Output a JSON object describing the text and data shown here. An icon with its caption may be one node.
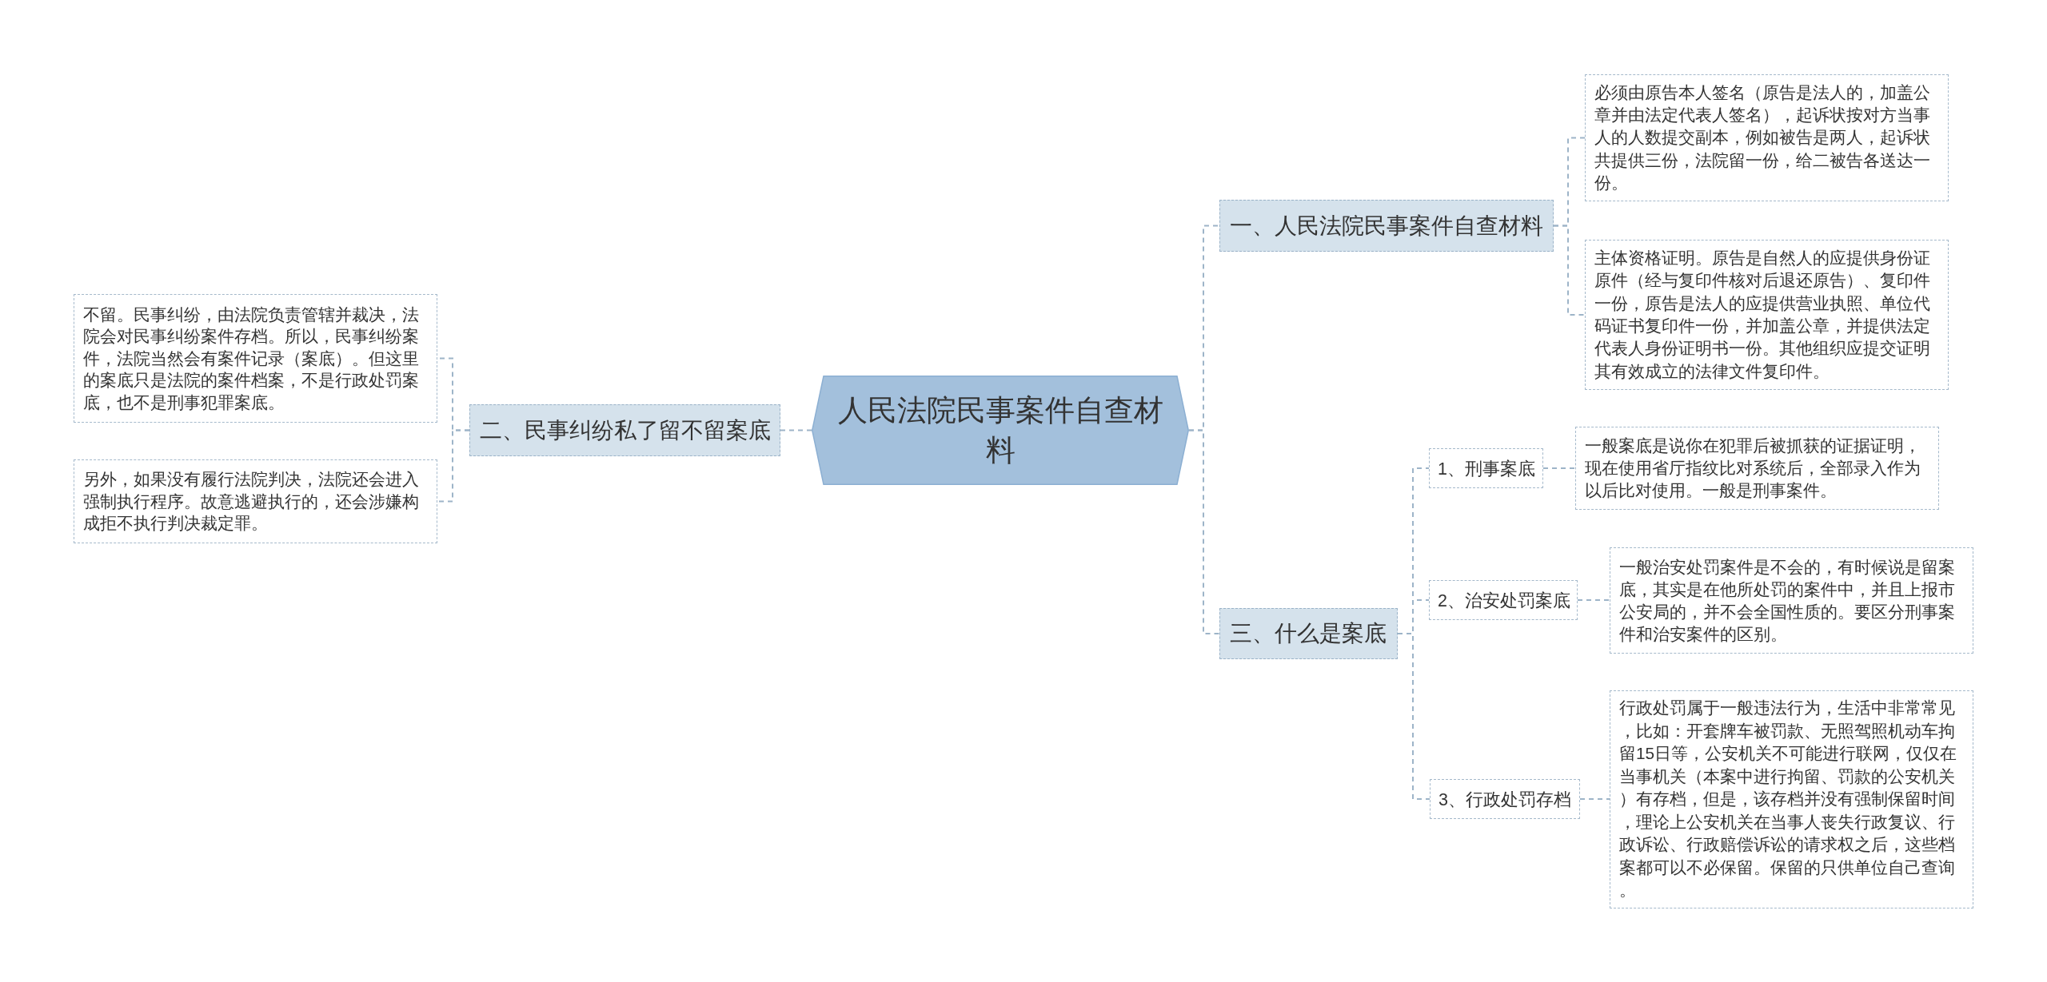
{
  "diagram": {
    "nodes": [
      {
        "text": [
          "人民法院民事案件自查材料"
        ]
      },
      {
        "text": [
          "一、人民法院民事案件自查材料"
        ]
      },
      {
        "text": [
          "必须由原告本人签名（原告是法人的，加盖公章并由法定代表人签名），起诉状按对方当事人的人数提交副本，例如被告是两人，起诉状共提供三份，法院留一份，给二被告各送达一份。"
        ]
      },
      {
        "text": [
          "主体资格证明。原告是自然人的应提供身份证原件（经与复印件核对后退还原告）、复印件一份，原告是法人的应提供营业执照、单位代码证书复印件一份，并加盖公章，并提供法定代表人身份证明书一份。其他组织应提交证明其有效成立的法律文件复印件。"
        ]
      },
      {
        "text": [
          "二、民事纠纷私了留不留案底"
        ]
      },
      {
        "text": [
          "不留。民事纠纷，由法院负责管辖并裁决，法院会对民事纠纷案件存档。所以，民事纠纷案件，法院当然会有案件记录（案底）。但这里的案底只是法院的案件档案，不是行政处罚案底，也不是刑事犯罪案底。"
        ]
      },
      {
        "text": [
          "另外，如果没有履行法院判决，法院还会进入强制执行程序。故意逃避执行的，还会涉嫌构成拒不执行判决裁定罪。"
        ]
      },
      {
        "text": [
          "三、什么是案底"
        ]
      },
      {
        "text": [
          "1、刑事案底"
        ]
      },
      {
        "text": [
          "一般案底是说你在犯罪后被抓获的证据证明，现在使用省厅指纹比对系统后，全部录入作为以后比对使用。一般是刑事案件。"
        ]
      },
      {
        "text": [
          "2、治安处罚案底"
        ]
      },
      {
        "text": [
          "一般治安处罚案件是不会的，有时候说是留案底，其实是在他所处罚的案件中，并且上报市公安局的，并不会全国性质的。要区分刑事案件和治安案件的区别。"
        ]
      },
      {
        "text": [
          "3、行政处罚存档"
        ]
      },
      {
        "text": [
          "行政处罚属于一般违法行为，生活中非常常见，比如：开套牌车被罚款、无照驾照机动车拘留15日等，公安机关不可能进行联网，仅仅在当事机关（本案中进行拘留、罚款的公安机关）有存档，但是，该存档并没有强制保留时间，理论上公安机关在当事人丧失行政复议、行政诉讼、行政赔偿诉讼的请求权之后，这些档案都可以不必保留。保留的只供单位自己查询。"
        ]
      }
    ],
    "edges": [
      {
        "from": 0,
        "to": 1,
        "arrow": "none"
      },
      {
        "from": 1,
        "to": 2,
        "arrow": "none"
      },
      {
        "from": 1,
        "to": 3,
        "arrow": "none"
      },
      {
        "from": 0,
        "to": 4,
        "arrow": "none"
      },
      {
        "from": 4,
        "to": 5,
        "arrow": "none"
      },
      {
        "from": 4,
        "to": 6,
        "arrow": "none"
      },
      {
        "from": 0,
        "to": 7,
        "arrow": "none"
      },
      {
        "from": 7,
        "to": 8,
        "arrow": "none"
      },
      {
        "from": 8,
        "to": 9,
        "arrow": "none"
      },
      {
        "from": 7,
        "to": 10,
        "arrow": "none"
      },
      {
        "from": 10,
        "to": 11,
        "arrow": "none"
      },
      {
        "from": 7,
        "to": 12,
        "arrow": "none"
      },
      {
        "from": 12,
        "to": 13,
        "arrow": "none"
      }
    ]
  }
}
